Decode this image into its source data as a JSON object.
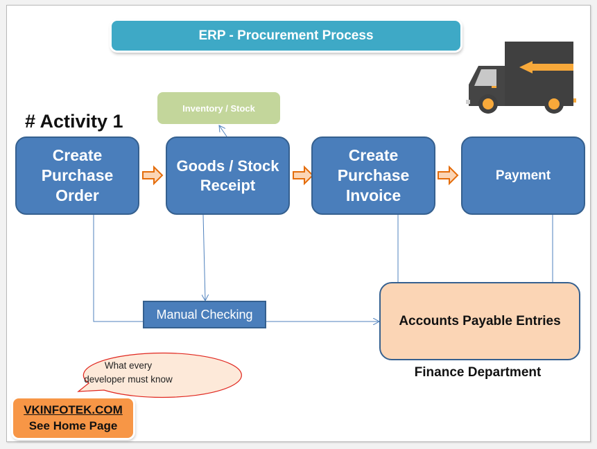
{
  "title": "ERP - Procurement Process",
  "activity_label": "# Activity 1",
  "process_steps": [
    {
      "label": "Create\nPurchase\nOrder"
    },
    {
      "label": "Goods / Stock\nReceipt"
    },
    {
      "label": "Create\nPurchase\nInvoice"
    },
    {
      "label": "Payment"
    }
  ],
  "inventory_label": "Inventory / Stock",
  "manual_checking_label": "Manual Checking",
  "accounts_payable_label": "Accounts Payable Entries",
  "finance_department_label": "Finance Department",
  "speech_bubble": {
    "line1": "What every",
    "line2": "developer must know"
  },
  "promo": {
    "site_link": "VKINFOTEK.COM",
    "home_label": "See Home Page"
  },
  "colors": {
    "title_bar": "#3ea9c6",
    "process_node": "#4a7ebb",
    "inventory_node": "#c3d69b",
    "accounts_payable_node": "#fbd5b5",
    "flow_arrow": "#fbd5b5",
    "flow_arrow_border": "#e46c0a",
    "promo_box": "#f79646",
    "truck_body": "#404040",
    "truck_accent": "#f8a93a"
  }
}
